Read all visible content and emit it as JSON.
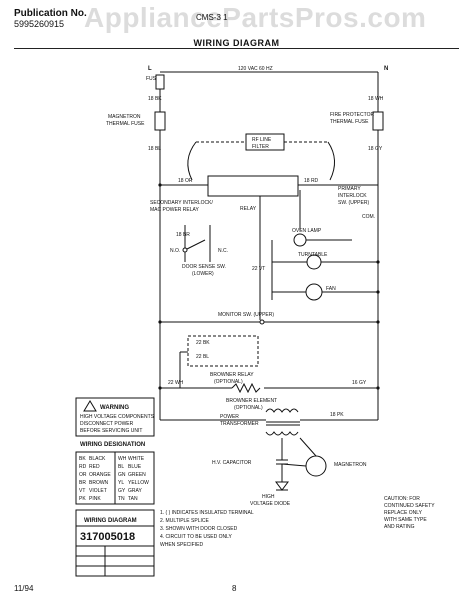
{
  "header": {
    "publication_label": "Publication No.",
    "publication_number": "5995260915",
    "model_text": "CMS-3 1",
    "watermark": "AppliancePartsPros.com",
    "title": "WIRING DIAGRAM"
  },
  "power": {
    "supply": "120 VAC 60 HZ",
    "line": "L",
    "neutral": "N",
    "fuse": "FUSE"
  },
  "components": {
    "magnetron_thermal_fuse": [
      "MAGNETRON",
      "THERMAL FUSE"
    ],
    "fire_protector": [
      "FIRE PROTECTOR",
      "THERMAL FUSE"
    ],
    "rf_line_filter": [
      "RF LINE",
      "FILTER"
    ],
    "secondary_interlock": [
      "SECONDARY INTERLOCK/",
      "MAC POWER RELAY"
    ],
    "primary_interlock": [
      "PRIMARY",
      "INTERLOCK",
      "SW. (UPPER)"
    ],
    "relay": "RELAY",
    "door_sense": [
      "DOOR SENSE SW.",
      "(LOWER)"
    ],
    "oven_lamp": "OVEN LAMP",
    "turntable": "TURNTABLE",
    "fan": "FAN",
    "monitor_sw": "MONITOR SW. (UPPER)",
    "browner_relay": [
      "BROWNER RELAY",
      "(OPTIONAL)"
    ],
    "browner_element": [
      "BROWNER ELEMENT",
      "(OPTIONAL)"
    ],
    "power_transformer": [
      "POWER",
      "TRANSFORMER"
    ],
    "hv_capacitor": "H.V. CAPACITOR",
    "hv_diode": [
      "HIGH",
      "VOLTAGE DIODE"
    ],
    "magnetron": "MAGNETRON",
    "com": "COM.",
    "no": "N.O.",
    "nc": "N.C."
  },
  "wire_tags": [
    "18 BK",
    "18 WH",
    "18 BL",
    "18 GY",
    "18 OR",
    "18 RD",
    "18 BR",
    "22 VT",
    "22 BK",
    "22 BL",
    "22 WH",
    "16 GY",
    "18 PK"
  ],
  "warning": {
    "title": "WARNING",
    "text": [
      "HIGH VOLTAGE COMPONENTS",
      "DISCONNECT POWER",
      "BEFORE SERVICING UNIT"
    ]
  },
  "legend": {
    "title": "WIRING DESIGNATION",
    "rows": [
      [
        "BK",
        "BLACK",
        "WH",
        "WHITE"
      ],
      [
        "RD",
        "RED",
        "BL",
        "BLUE"
      ],
      [
        "OR",
        "ORANGE",
        "GN",
        "GREEN"
      ],
      [
        "BR",
        "BROWN",
        "YL",
        "YELLOW"
      ],
      [
        "VT",
        "VIOLET",
        "GY",
        "GRAY"
      ],
      [
        "PK",
        "PINK",
        "TN",
        "TAN"
      ]
    ]
  },
  "title_block": {
    "title": "WIRING DIAGRAM",
    "number": "317005018"
  },
  "notes": [
    "1. ( ) INDICATES INSULATED TERMINAL",
    "2. MULTIPLE SPLICE",
    "3. SHOWN WITH DOOR CLOSED",
    "4. CIRCUIT TO BE USED ONLY",
    "   WHEN SPECIFIED"
  ],
  "side_note": [
    "CAUTION: FOR",
    "CONTINUED SAFETY",
    "REPLACE ONLY",
    "WITH SAME TYPE",
    "AND RATING"
  ],
  "footer": {
    "date": "11/94",
    "page": "8"
  }
}
